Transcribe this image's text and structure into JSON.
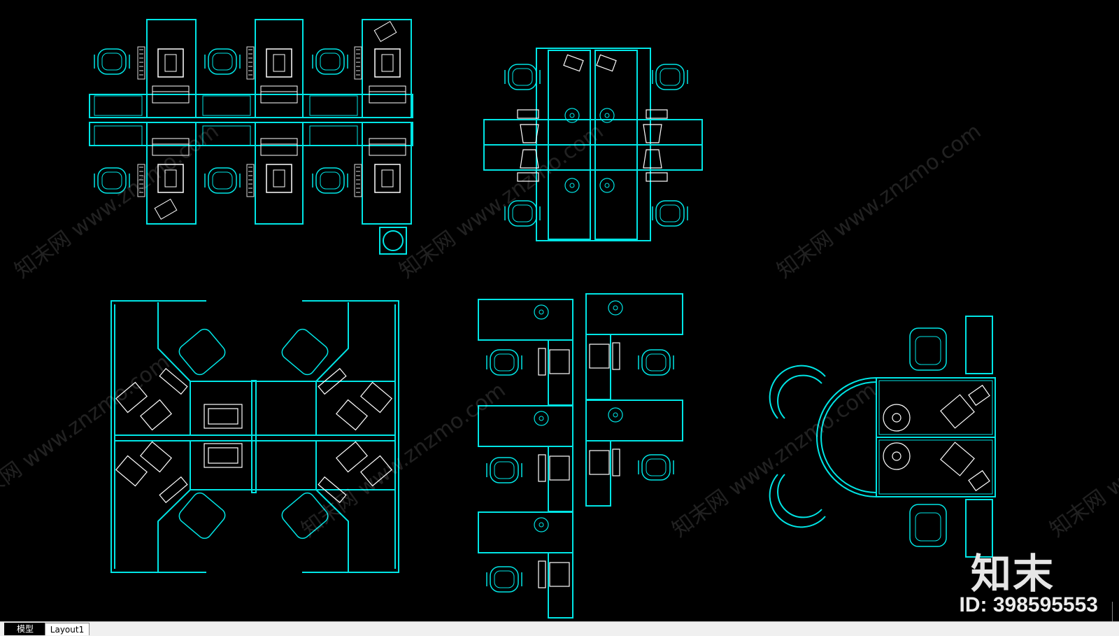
{
  "watermark": {
    "text": "知末网 www.znzmo.com"
  },
  "branding": {
    "logo_text": "知末",
    "id_label": "ID: 398595553"
  },
  "tabs": [
    {
      "label": "模型",
      "active": true
    },
    {
      "label": "Layout1",
      "active": false
    }
  ],
  "colors": {
    "background": "#000000",
    "line": "#00e5e5",
    "tabbar": "#f0f0f0"
  }
}
